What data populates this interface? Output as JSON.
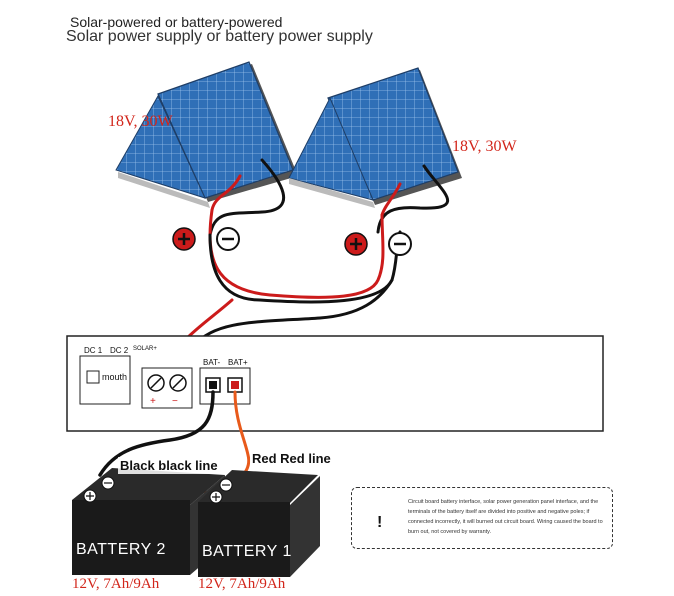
{
  "header": {
    "overlay_title": "Solar-powered or battery-powered",
    "title": "Solar power supply or battery power supply"
  },
  "panels": [
    {
      "label": "18V, 30W"
    },
    {
      "label": "18V, 30W"
    }
  ],
  "polarity": {
    "plus": "+",
    "minus": "−"
  },
  "controller": {
    "dc1": "DC 1",
    "dc2": "DC 2",
    "solar_plus": "SOLAR+",
    "switch_label": "mouth",
    "bat_minus": "BAT-",
    "bat_plus": "BAT+",
    "terminal_plus": "+",
    "terminal_minus": "−"
  },
  "wires": {
    "black_label": "Black black line",
    "red_label": "Red Red line"
  },
  "batteries": [
    {
      "label": "BATTERY 2",
      "spec": "12V, 7Ah/9Ah"
    },
    {
      "label": "BATTERY 1",
      "spec": "12V, 7Ah/9Ah"
    }
  ],
  "warning": {
    "icon": "warning-triangle-icon",
    "symbol": "!",
    "text": "Circuit board battery interface, solar power generation panel interface, and the terminals of the battery itself are divided into positive and negative poles; if connected incorrectly, it will burned out circuit board. Wiring caused the board to burn out, not covered by warranty."
  },
  "colors": {
    "red_wire": "#cc1b1b",
    "black_wire": "#111111",
    "panel_blue": "#2f6fb7",
    "battery_black": "#1a1a1a",
    "spec_red": "#d2261b",
    "warning_yellow": "#f3e23a"
  }
}
